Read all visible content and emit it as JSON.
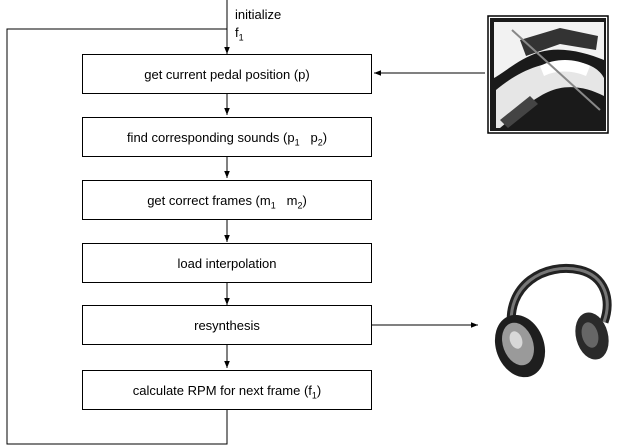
{
  "start": {
    "label": "initialize",
    "var": "f",
    "var_sub": "1"
  },
  "steps": [
    {
      "text": "get current pedal position  (p)",
      "parts": []
    },
    {
      "text": "find corresponding sounds  (",
      "parts": [
        [
          "p",
          "1"
        ],
        [
          "p",
          "2"
        ]
      ],
      "close": ")"
    },
    {
      "text": "get correct frames  (",
      "parts": [
        [
          "m",
          "1"
        ],
        [
          "m",
          "2"
        ]
      ],
      "close": ")"
    },
    {
      "text": "load interpolation",
      "parts": []
    },
    {
      "text": "resynthesis",
      "parts": []
    },
    {
      "text": "calculate RPM for next frame  (",
      "parts": [
        [
          "f",
          "1"
        ]
      ],
      "close": ")"
    }
  ],
  "icons": {
    "input": "foot-on-pedal-icon",
    "output": "headphones-icon"
  }
}
